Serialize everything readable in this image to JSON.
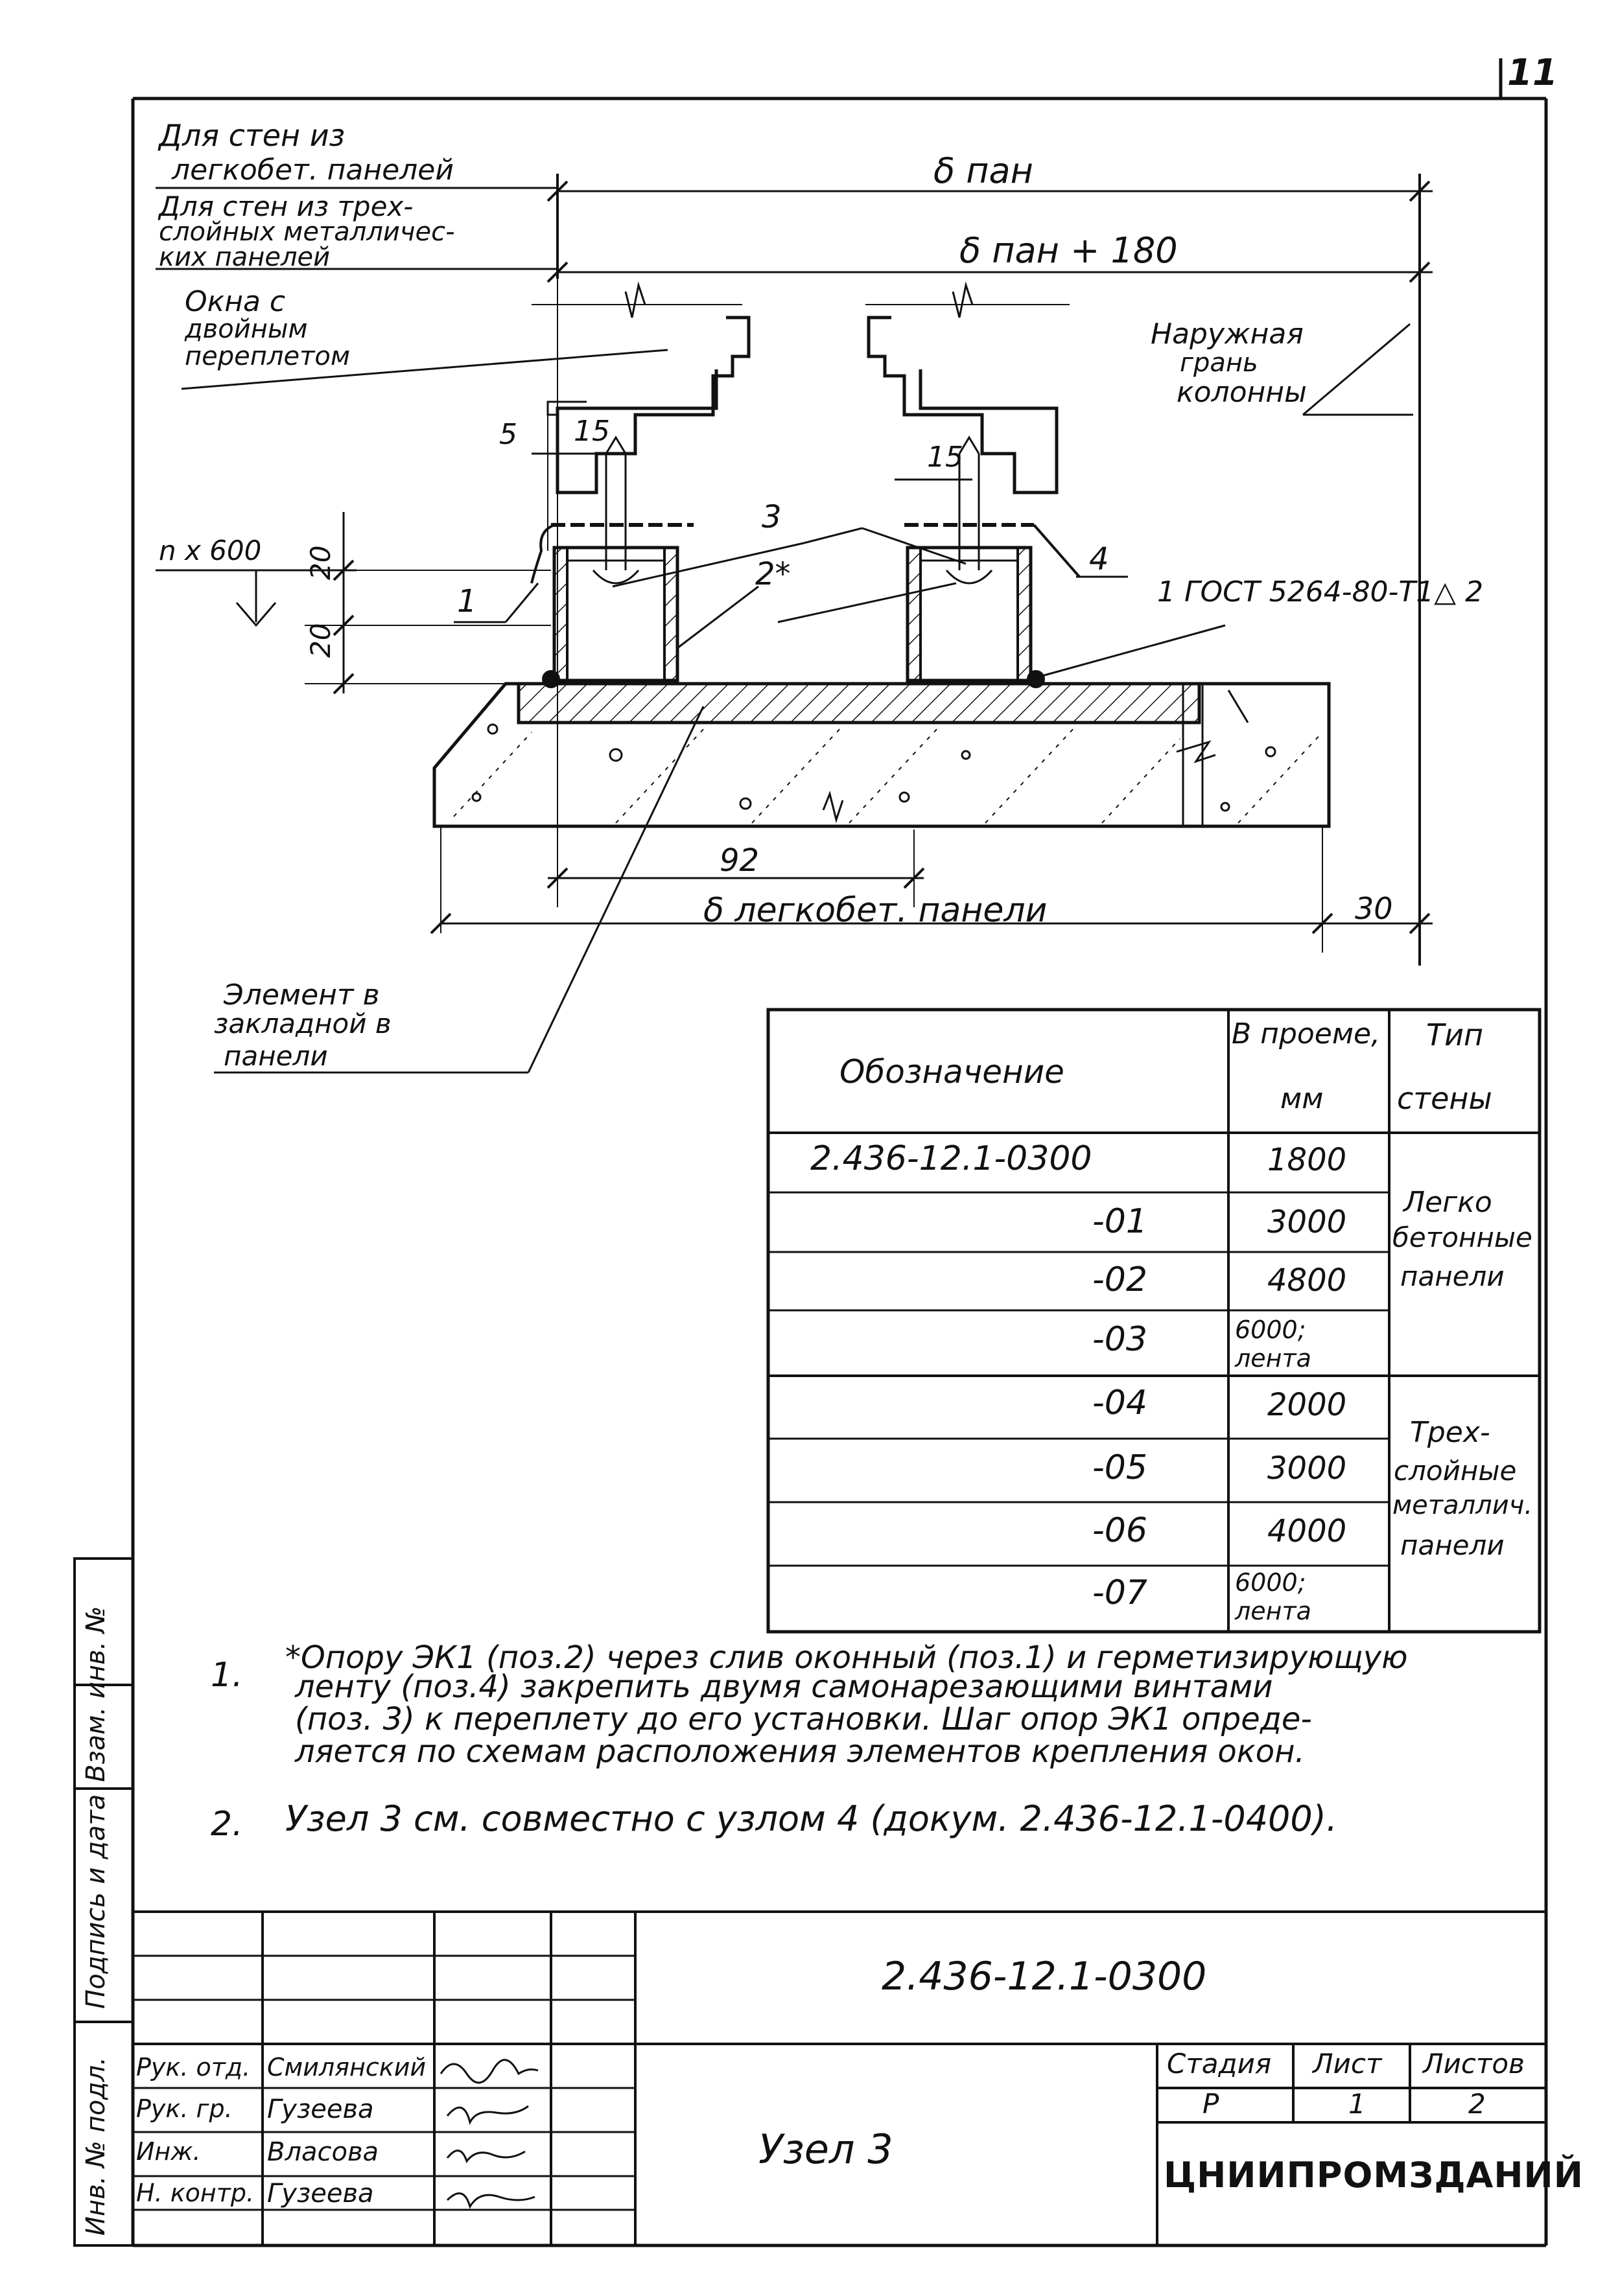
{
  "sheet_number": "11",
  "drawing": {
    "left_notes": {
      "light_concrete": [
        "Для стен из",
        "легкобет. панелей"
      ],
      "metal_panels": [
        "Для стен из трех-",
        "слойных металличес-",
        "ких панелей"
      ],
      "window": [
        "Окна с",
        "двойным",
        "переплетом"
      ],
      "embedded": [
        "Элемент в",
        "закладной в",
        "панели"
      ]
    },
    "outer_face": [
      "Наружная",
      "грань",
      "колонны"
    ],
    "dims": {
      "b_pan": "δ пан",
      "b_pan_180": "δ пан + 180",
      "b_light": "δ легкобет. панели",
      "n600": "n x 600",
      "d5": "5",
      "d15a": "15",
      "d15b": "15",
      "d20a": "20",
      "d20b": "20",
      "d92": "92",
      "d30": "30"
    },
    "positions": {
      "p1": "1",
      "p2": "2*",
      "p3": "3",
      "p4": "4"
    },
    "weld_note": "1 ГОСТ 5264-80-Т1△ 2"
  },
  "table": {
    "headers": {
      "designation": "Обозначение",
      "opening": [
        "В проеме,",
        "мм"
      ],
      "wall_type": [
        "Тип",
        "стены"
      ]
    },
    "rows": [
      {
        "code": "2.436-12.1-0300",
        "opening": "1800"
      },
      {
        "code": "-01",
        "opening": "3000"
      },
      {
        "code": "-02",
        "opening": "4800"
      },
      {
        "code": "-03",
        "opening": "6000; лента"
      },
      {
        "code": "-04",
        "opening": "2000"
      },
      {
        "code": "-05",
        "opening": "3000"
      },
      {
        "code": "-06",
        "opening": "4000"
      },
      {
        "code": "-07",
        "opening": "6000; лента"
      }
    ],
    "wall_groups": [
      [
        "Легко",
        "бетонные",
        "панели"
      ],
      [
        "Трех-",
        "слойные",
        "металлич.",
        "панели"
      ]
    ]
  },
  "notes": {
    "n1_num": "1.",
    "n1": [
      "*Опору ЭК1 (поз.2) через слив оконный (поз.1) и герметизирующую",
      "ленту (поз.4) закрепить двумя самонарезающими винтами",
      "(поз. 3) к переплету до его установки. Шаг опор ЭК1 опреде-",
      "ляется по схемам расположения элементов крепления окон."
    ],
    "n2_num": "2.",
    "n2": "Узел 3 см. совместно с узлом 4 (докум. 2.436-12.1-0400)."
  },
  "side_stamp": [
    "Инв. № подл.",
    "Подпись и дата",
    "Взам. инв. №"
  ],
  "title_block": {
    "doc_code": "2.436-12.1-0300",
    "title": "Узел 3",
    "roles": [
      "Рук. отд.",
      "Рук. гр.",
      "Инж.",
      "Н. контр."
    ],
    "names": [
      "Смилянский",
      "Гузеева",
      "Власова",
      "Гузеева"
    ],
    "stage_label": "Стадия",
    "sheet_label": "Лист",
    "sheets_label": "Листов",
    "stage": "Р",
    "sheet": "1",
    "sheets": "2",
    "org": "ЦНИИПРОМЗДАНИЙ"
  }
}
